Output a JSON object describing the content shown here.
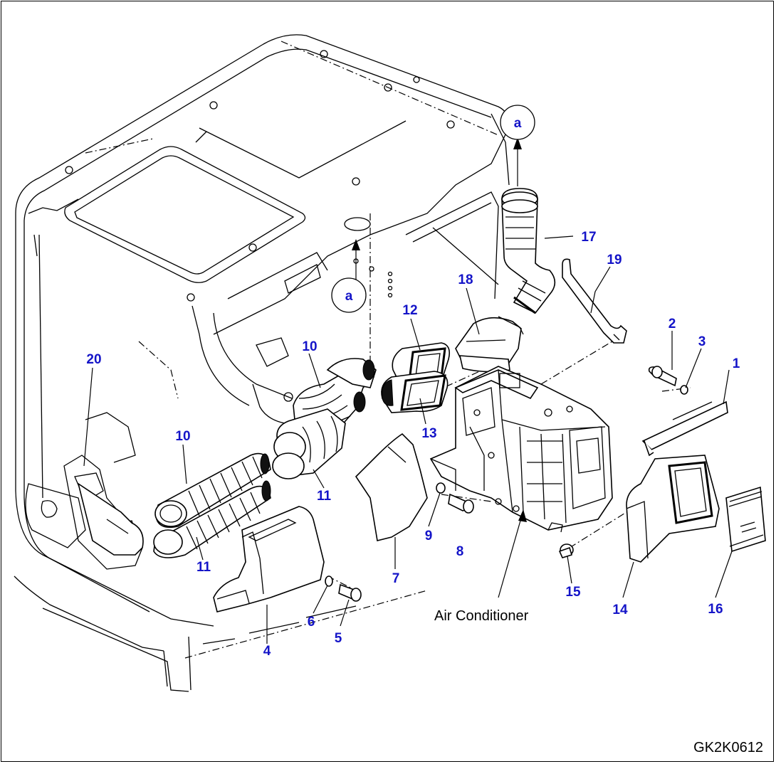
{
  "drawing_code": "GK2K0612",
  "air_conditioner_label": "Air Conditioner",
  "reference_marks": [
    {
      "id": "a_top",
      "label": "a"
    },
    {
      "id": "a_center",
      "label": "a"
    }
  ],
  "callouts": [
    {
      "id": "c1",
      "label": "1"
    },
    {
      "id": "c2",
      "label": "2"
    },
    {
      "id": "c3",
      "label": "3"
    },
    {
      "id": "c4",
      "label": "4"
    },
    {
      "id": "c5",
      "label": "5"
    },
    {
      "id": "c6",
      "label": "6"
    },
    {
      "id": "c7",
      "label": "7"
    },
    {
      "id": "c8",
      "label": "8"
    },
    {
      "id": "c9",
      "label": "9"
    },
    {
      "id": "c10a",
      "label": "10"
    },
    {
      "id": "c10b",
      "label": "10"
    },
    {
      "id": "c11a",
      "label": "11"
    },
    {
      "id": "c11b",
      "label": "11"
    },
    {
      "id": "c12",
      "label": "12"
    },
    {
      "id": "c13",
      "label": "13"
    },
    {
      "id": "c14",
      "label": "14"
    },
    {
      "id": "c15",
      "label": "15"
    },
    {
      "id": "c16",
      "label": "16"
    },
    {
      "id": "c17",
      "label": "17"
    },
    {
      "id": "c18",
      "label": "18"
    },
    {
      "id": "c19",
      "label": "19"
    },
    {
      "id": "c20",
      "label": "20"
    }
  ],
  "colors": {
    "callout": "#1414c8",
    "line": "#000000",
    "background": "#ffffff"
  }
}
